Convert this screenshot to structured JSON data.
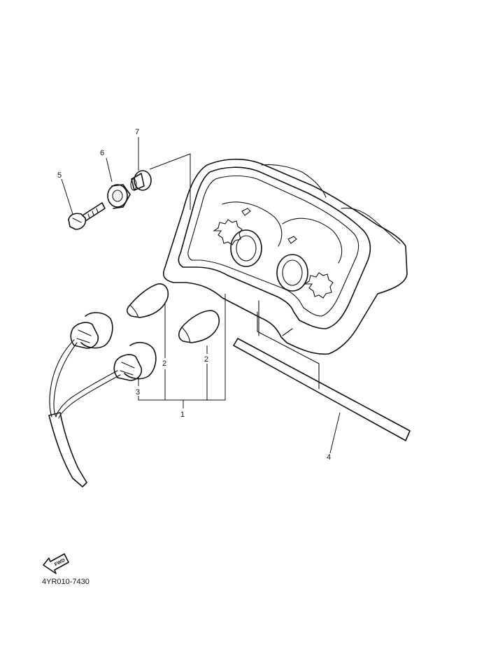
{
  "diagram": {
    "labels": [
      "1",
      "2",
      "2",
      "3",
      "4",
      "5",
      "6",
      "7"
    ],
    "fwd_text": "FWD",
    "code": "4YR010-7430"
  },
  "colors": {
    "ink": "#111111",
    "paper": "#ffffff"
  }
}
